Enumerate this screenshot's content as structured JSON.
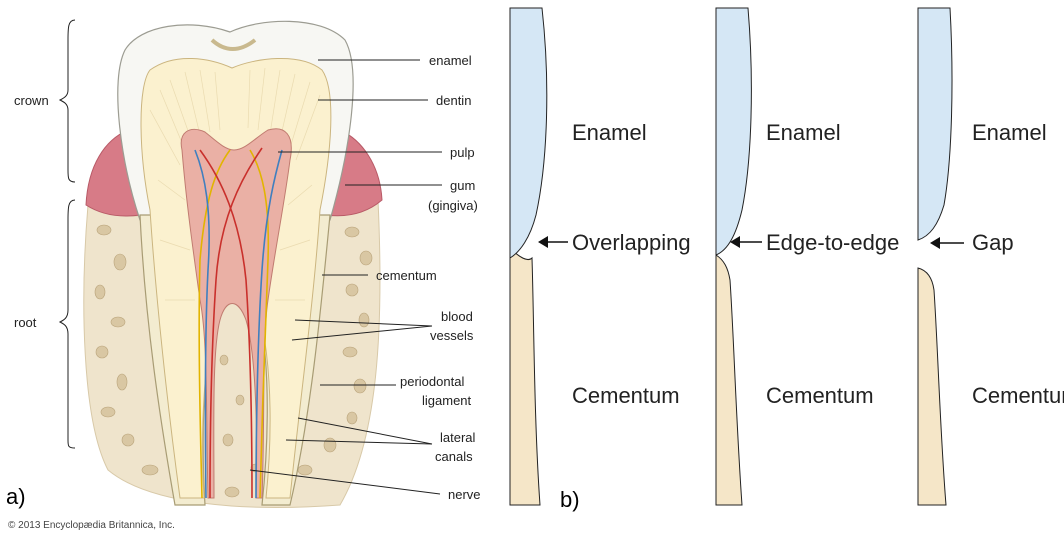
{
  "panel_a": {
    "panel_label": "a)",
    "copyright": "© 2013 Encyclopædia Britannica, Inc.",
    "regions": {
      "crown": "crown",
      "root": "root"
    },
    "labels": {
      "enamel": "enamel",
      "dentin": "dentin",
      "pulp": "pulp",
      "gum_1": "gum",
      "gum_2": "(gingiva)",
      "cementum": "cementum",
      "blood_1": "blood",
      "blood_2": "vessels",
      "perio_1": "periodontal",
      "perio_2": "ligament",
      "lateral_1": "lateral",
      "lateral_2": "canals",
      "nerve": "nerve"
    }
  },
  "panel_b": {
    "panel_label": "b)",
    "junctions": [
      {
        "enamel": "Enamel",
        "type": "Overlapping",
        "cementum": "Cementum"
      },
      {
        "enamel": "Enamel",
        "type": "Edge-to-edge",
        "cementum": "Cementum"
      },
      {
        "enamel": "Enamel",
        "type": "Gap",
        "cementum": "Cementum"
      }
    ]
  },
  "colors": {
    "enamel": "#d5e7f5",
    "cementum": "#f5e6c8",
    "dentin": "#fbf1cf",
    "pulp": "#eab0a5",
    "gum": "#d77b87",
    "bone": "#efe4cc"
  }
}
